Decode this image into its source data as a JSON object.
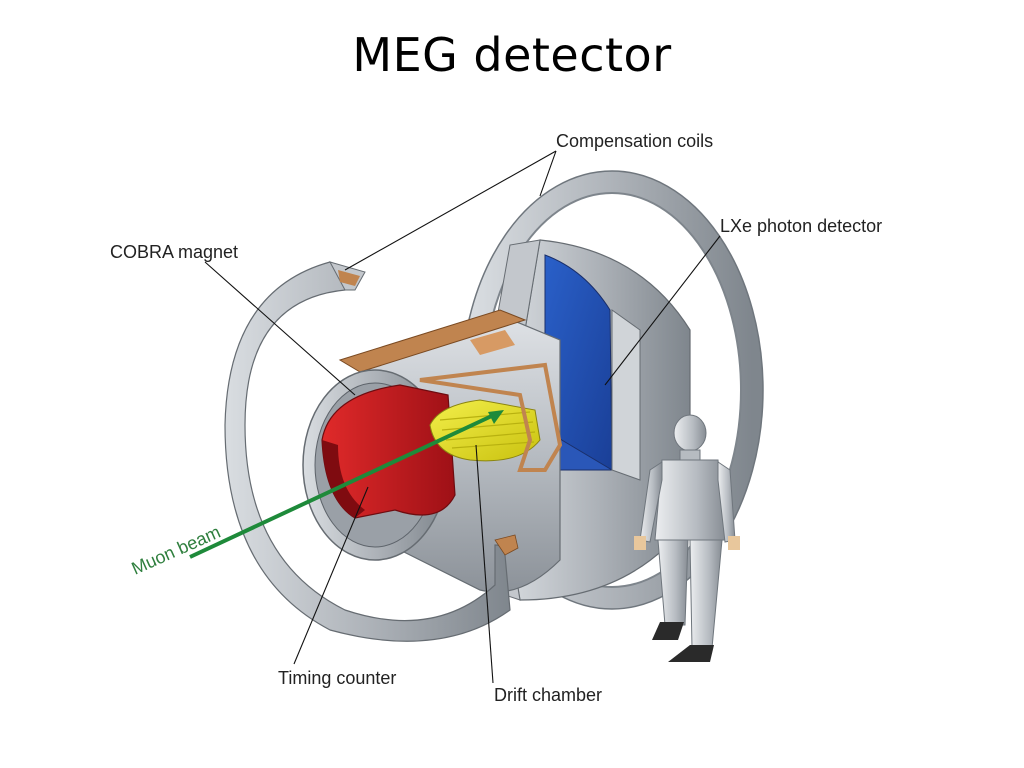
{
  "slide": {
    "title": "MEG detector"
  },
  "labels": {
    "compensation_coils": "Compensation coils",
    "lxe_photon_detector": "LXe photon detector",
    "cobra_magnet": "COBRA magnet",
    "muon_beam": "Muon beam",
    "timing_counter": "Timing counter",
    "drift_chamber": "Drift chamber"
  },
  "colors": {
    "steel": "#b9bec4",
    "steel_dark": "#8b9198",
    "copper": "#c8834e",
    "red_timing_counter": "#c8171e",
    "yellow_drift_chamber": "#e8e21c",
    "blue_lxe": "#1f4fb4",
    "beam_green": "#1e8a3a"
  }
}
